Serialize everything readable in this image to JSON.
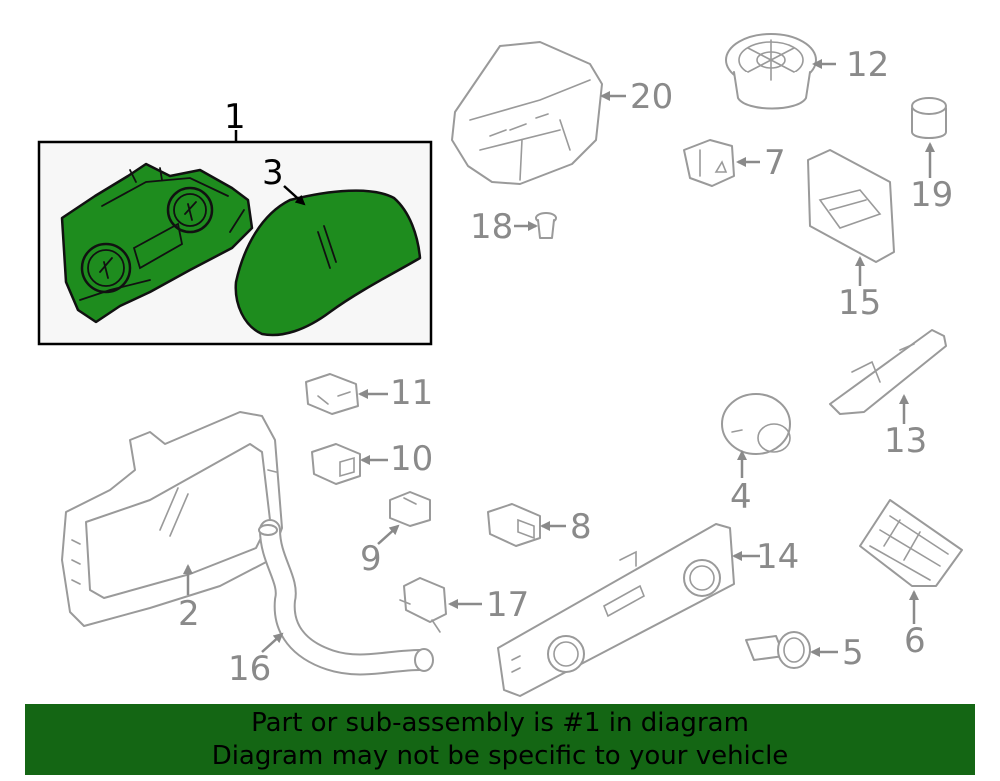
{
  "callouts": {
    "c1": "1",
    "c2": "2",
    "c3": "3",
    "c4": "4",
    "c5": "5",
    "c6": "6",
    "c7": "7",
    "c8": "8",
    "c9": "9",
    "c10": "10",
    "c11": "11",
    "c12": "12",
    "c13": "13",
    "c14": "14",
    "c15": "15",
    "c16": "16",
    "c17": "17",
    "c18": "18",
    "c19": "19",
    "c20": "20"
  },
  "banner": {
    "line1": "Part or sub-assembly is #1 in diagram",
    "line2": "Diagram may not be specific to your vehicle"
  },
  "colors": {
    "highlight": "#1e8c1e",
    "banner": "#146614",
    "line_art": "#9a9a9a"
  }
}
